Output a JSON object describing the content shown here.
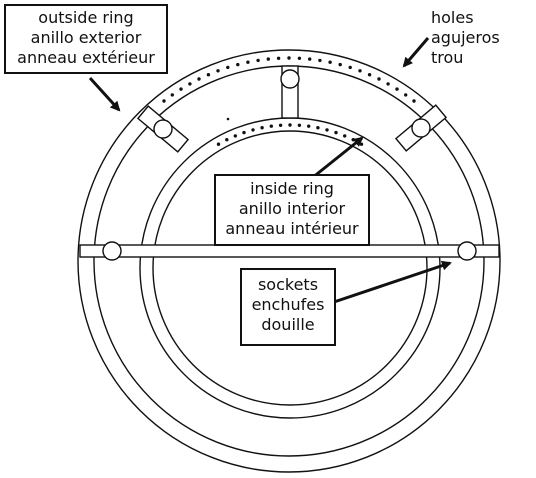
{
  "labels": {
    "outside_ring": [
      "outside ring",
      "anillo exterior",
      "anneau extérieur"
    ],
    "holes": [
      "holes",
      "agujeros",
      "trou"
    ],
    "inside_ring": [
      "inside ring",
      "anillo interior",
      "anneau intérieur"
    ],
    "sockets": [
      "sockets",
      "enchufes",
      "douille"
    ]
  },
  "colors": {
    "line": "#111111",
    "background": "#ffffff"
  }
}
